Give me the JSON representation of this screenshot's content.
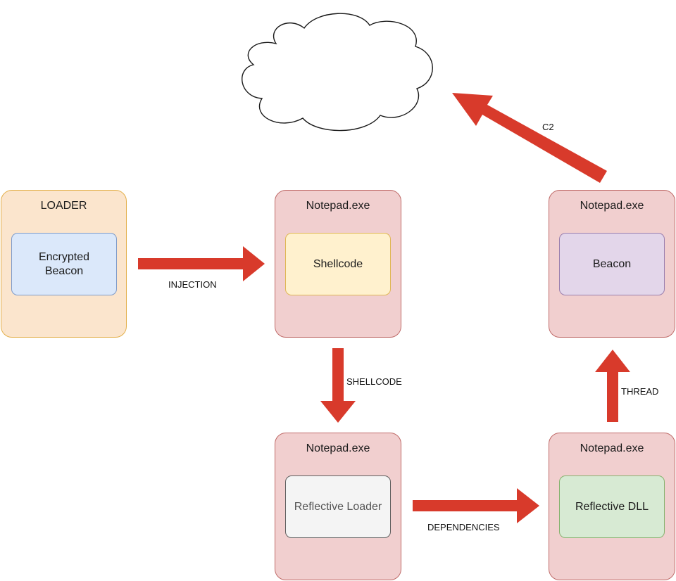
{
  "loader": {
    "title": "LOADER",
    "inner": "Encrypted\nBeacon"
  },
  "proc_shellcode": {
    "title": "Notepad.exe",
    "inner": "Shellcode"
  },
  "proc_beacon": {
    "title": "Notepad.exe",
    "inner": "Beacon"
  },
  "proc_reflective_loader": {
    "title": "Notepad.exe",
    "inner": "Reflective Loader"
  },
  "proc_reflective_dll": {
    "title": "Notepad.exe",
    "inner": "Reflective DLL"
  },
  "edges": {
    "injection": "INJECTION",
    "shellcode": "SHELLCODE",
    "dependencies": "DEPENDENCIES",
    "thread": "THREAD",
    "c2": "C2"
  },
  "colors": {
    "arrow": "#d83a2b",
    "cloud_fill": "#ffffff",
    "cloud_stroke": "#1a1a1a"
  },
  "icons": {
    "cloud": "cloud-icon"
  }
}
